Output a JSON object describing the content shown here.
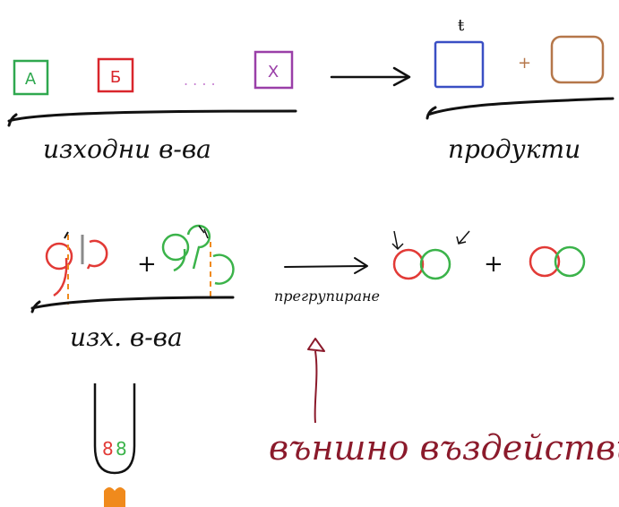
{
  "reactants": {
    "boxes": [
      {
        "label": "A",
        "color": "#2fa84f"
      },
      {
        "label": "Б",
        "color": "#d9262c"
      },
      {
        "label": "X",
        "color": "#9a3fa8"
      }
    ],
    "dots": ". . . .",
    "dots_color": "#c77fd1",
    "caption": "изходни в-ва"
  },
  "products": {
    "caption": "продукти",
    "box1_color": "#3a4fc4",
    "box2_color": "#b5774a",
    "plus": "+",
    "mark": "ŧ"
  },
  "reaction": {
    "plus": "+",
    "plus2": "+",
    "caption": "изх. в-ва",
    "arrow_label": "прегрупиране",
    "colors": {
      "red": "#e23a36",
      "green": "#3bb34a",
      "gray": "#8a8a8a",
      "orange": "#f08a1c",
      "dark": "#8b1a2b"
    }
  },
  "external": {
    "label": "външно въздействие"
  }
}
